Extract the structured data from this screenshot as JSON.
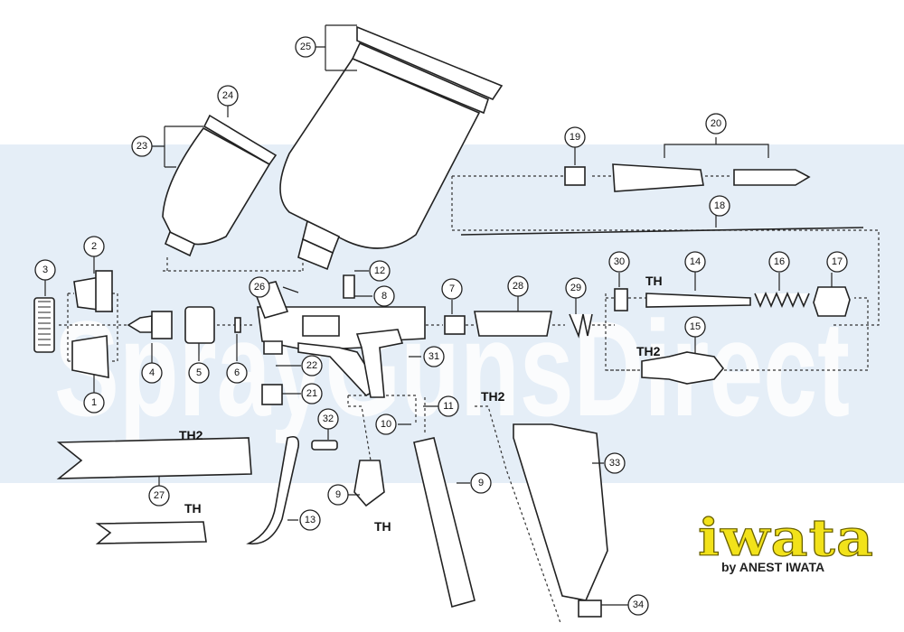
{
  "diagram": {
    "brand": {
      "logo": "iwata",
      "byline": "by ANEST IWATA",
      "logo_color": "#f2e21a"
    },
    "watermark": "SprayGunsDirect",
    "band_color": "#e5eef7",
    "variants": {
      "th": "TH",
      "th2": "TH2"
    },
    "callouts": [
      "1",
      "2",
      "3",
      "4",
      "5",
      "6",
      "7",
      "8",
      "9",
      "9",
      "10",
      "11",
      "12",
      "13",
      "14",
      "15",
      "16",
      "17",
      "18",
      "19",
      "20",
      "21",
      "22",
      "23",
      "24",
      "25",
      "26",
      "27",
      "28",
      "29",
      "30",
      "31",
      "32",
      "33",
      "34"
    ]
  }
}
